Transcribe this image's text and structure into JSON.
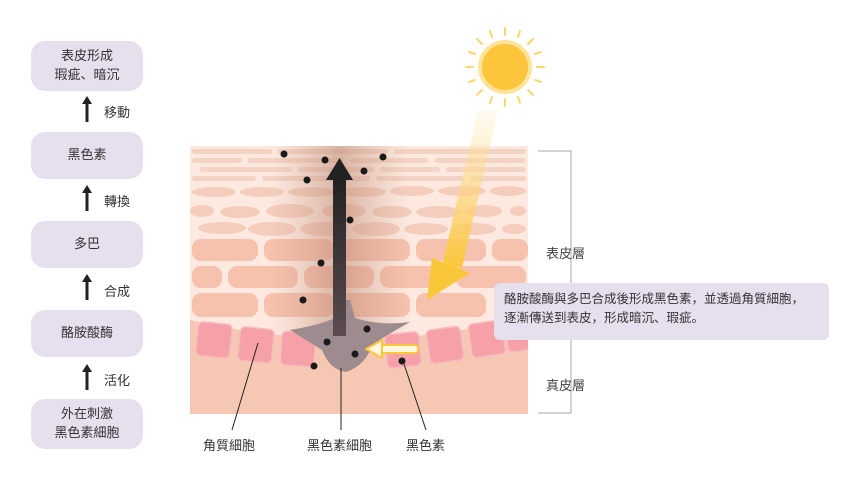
{
  "flow": {
    "steps": [
      {
        "label": "表皮形成\n瑕疵、暗沉"
      },
      {
        "label": "黑色素"
      },
      {
        "label": "多巴"
      },
      {
        "label": "酪胺酸酶"
      },
      {
        "label": "外在刺激\n黑色素細胞"
      }
    ],
    "transitions": [
      "移動",
      "轉換",
      "合成",
      "活化"
    ]
  },
  "layers": {
    "epidermis": "表皮層",
    "dermis": "真皮層"
  },
  "callout": "酪胺酸酶與多巴合成後形成黑色素，並透過角質細胞，\n逐漸傳送到表皮，形成暗沉、瑕疵。",
  "cell_labels": {
    "keratinocyte": "角質細胞",
    "melanocyte": "黑色素細胞",
    "melanin": "黑色素"
  },
  "colors": {
    "box_bg": "#e6dfee",
    "sun": "#fbc73a",
    "skin": "#f6c8b4",
    "dermis_cell": "#f6a1a8",
    "melanocyte": "#9d8b8f"
  }
}
